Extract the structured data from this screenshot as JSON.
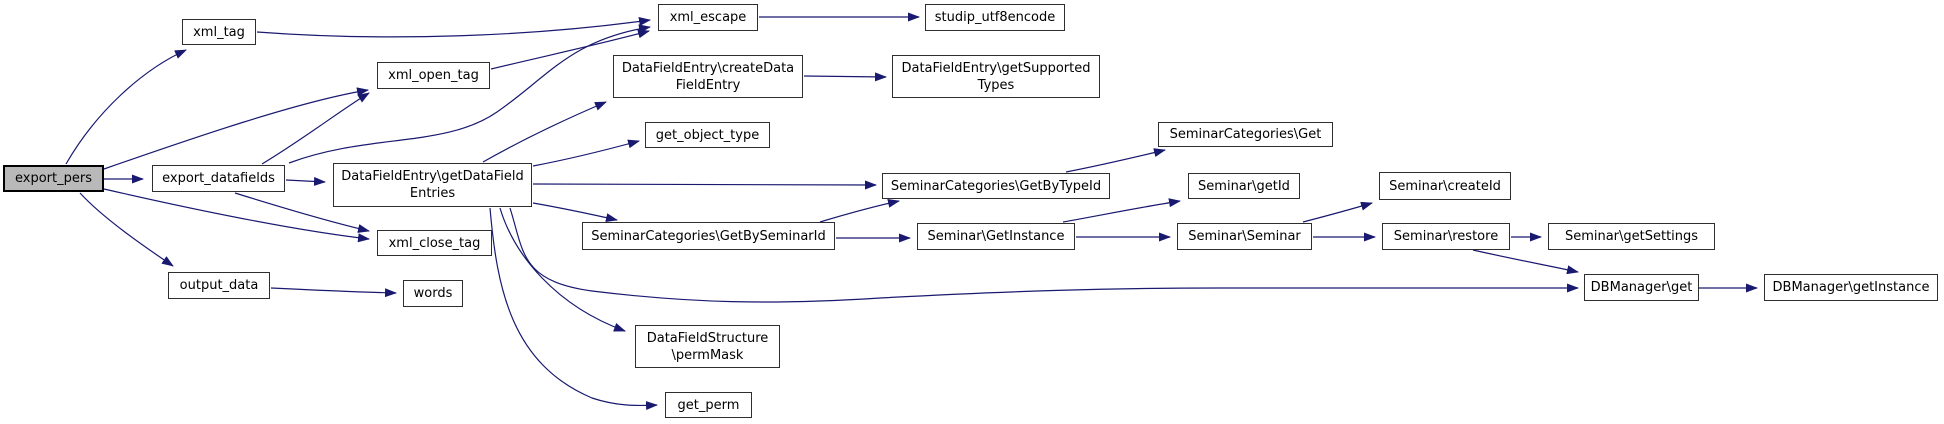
{
  "diagram": {
    "type": "call-graph",
    "colors": {
      "background": "#ffffff",
      "edge": "#191970",
      "node_fill": "#ffffff",
      "node_border": "#2e2e2e",
      "highlight_fill": "#b9b9b9",
      "highlight_border": "#000000",
      "text": "#000000"
    },
    "nodes": {
      "export_pers": {
        "label": "export_pers",
        "highlighted": true
      },
      "xml_tag": {
        "label": "xml_tag"
      },
      "xml_open_tag": {
        "label": "xml_open_tag"
      },
      "export_datafields": {
        "label": "export_datafields"
      },
      "getdatafieldentries": {
        "label": "DataFieldEntry\\getDataField\nEntries"
      },
      "xml_close_tag": {
        "label": "xml_close_tag"
      },
      "output_data": {
        "label": "output_data"
      },
      "words": {
        "label": "words"
      },
      "xml_escape": {
        "label": "xml_escape"
      },
      "createdatafieldentry": {
        "label": "DataFieldEntry\\createData\nFieldEntry"
      },
      "get_object_type": {
        "label": "get_object_type"
      },
      "studip_utf8encode": {
        "label": "studip_utf8encode"
      },
      "getsupportedtypes": {
        "label": "DataFieldEntry\\getSupported\nTypes"
      },
      "seminarcategories_get": {
        "label": "SeminarCategories\\Get"
      },
      "getbytypeid": {
        "label": "SeminarCategories\\GetByTypeId"
      },
      "seminar_getid": {
        "label": "Seminar\\getId"
      },
      "seminar_createid": {
        "label": "Seminar\\createId"
      },
      "getbyseminarid": {
        "label": "SeminarCategories\\GetBySeminarId"
      },
      "seminar_getinstance": {
        "label": "Seminar\\GetInstance"
      },
      "seminar_seminar": {
        "label": "Seminar\\Seminar"
      },
      "seminar_restore": {
        "label": "Seminar\\restore"
      },
      "seminar_getsettings": {
        "label": "Seminar\\getSettings"
      },
      "dbmanager_get": {
        "label": "DBManager\\get"
      },
      "dbmanager_getinstance": {
        "label": "DBManager\\getInstance"
      },
      "permmask": {
        "label": "DataFieldStructure\n\\permMask"
      },
      "get_perm": {
        "label": "get_perm"
      }
    },
    "edges": [
      {
        "from": "export_pers",
        "to": "xml_tag"
      },
      {
        "from": "export_pers",
        "to": "export_datafields"
      },
      {
        "from": "export_pers",
        "to": "xml_open_tag"
      },
      {
        "from": "export_pers",
        "to": "xml_close_tag"
      },
      {
        "from": "export_pers",
        "to": "output_data"
      },
      {
        "from": "export_datafields",
        "to": "getdatafieldentries"
      },
      {
        "from": "export_datafields",
        "to": "xml_open_tag"
      },
      {
        "from": "export_datafields",
        "to": "xml_close_tag"
      },
      {
        "from": "export_datafields",
        "to": "xml_escape"
      },
      {
        "from": "xml_tag",
        "to": "xml_escape"
      },
      {
        "from": "xml_open_tag",
        "to": "xml_escape"
      },
      {
        "from": "xml_escape",
        "to": "studip_utf8encode"
      },
      {
        "from": "getdatafieldentries",
        "to": "createdatafieldentry"
      },
      {
        "from": "getdatafieldentries",
        "to": "get_object_type"
      },
      {
        "from": "getdatafieldentries",
        "to": "getbytypeid"
      },
      {
        "from": "getdatafieldentries",
        "to": "getbyseminarid"
      },
      {
        "from": "getdatafieldentries",
        "to": "dbmanager_get"
      },
      {
        "from": "getdatafieldentries",
        "to": "permmask"
      },
      {
        "from": "getdatafieldentries",
        "to": "get_perm"
      },
      {
        "from": "createdatafieldentry",
        "to": "getsupportedtypes"
      },
      {
        "from": "getbytypeid",
        "to": "seminarcategories_get"
      },
      {
        "from": "getbyseminarid",
        "to": "seminar_getinstance"
      },
      {
        "from": "getbyseminarid",
        "to": "getbytypeid"
      },
      {
        "from": "seminar_getinstance",
        "to": "seminar_getid"
      },
      {
        "from": "seminar_getinstance",
        "to": "seminar_seminar"
      },
      {
        "from": "seminar_seminar",
        "to": "seminar_createid"
      },
      {
        "from": "seminar_seminar",
        "to": "seminar_restore"
      },
      {
        "from": "seminar_restore",
        "to": "seminar_getsettings"
      },
      {
        "from": "seminar_restore",
        "to": "dbmanager_get"
      },
      {
        "from": "dbmanager_get",
        "to": "dbmanager_getinstance"
      },
      {
        "from": "output_data",
        "to": "words"
      }
    ]
  }
}
